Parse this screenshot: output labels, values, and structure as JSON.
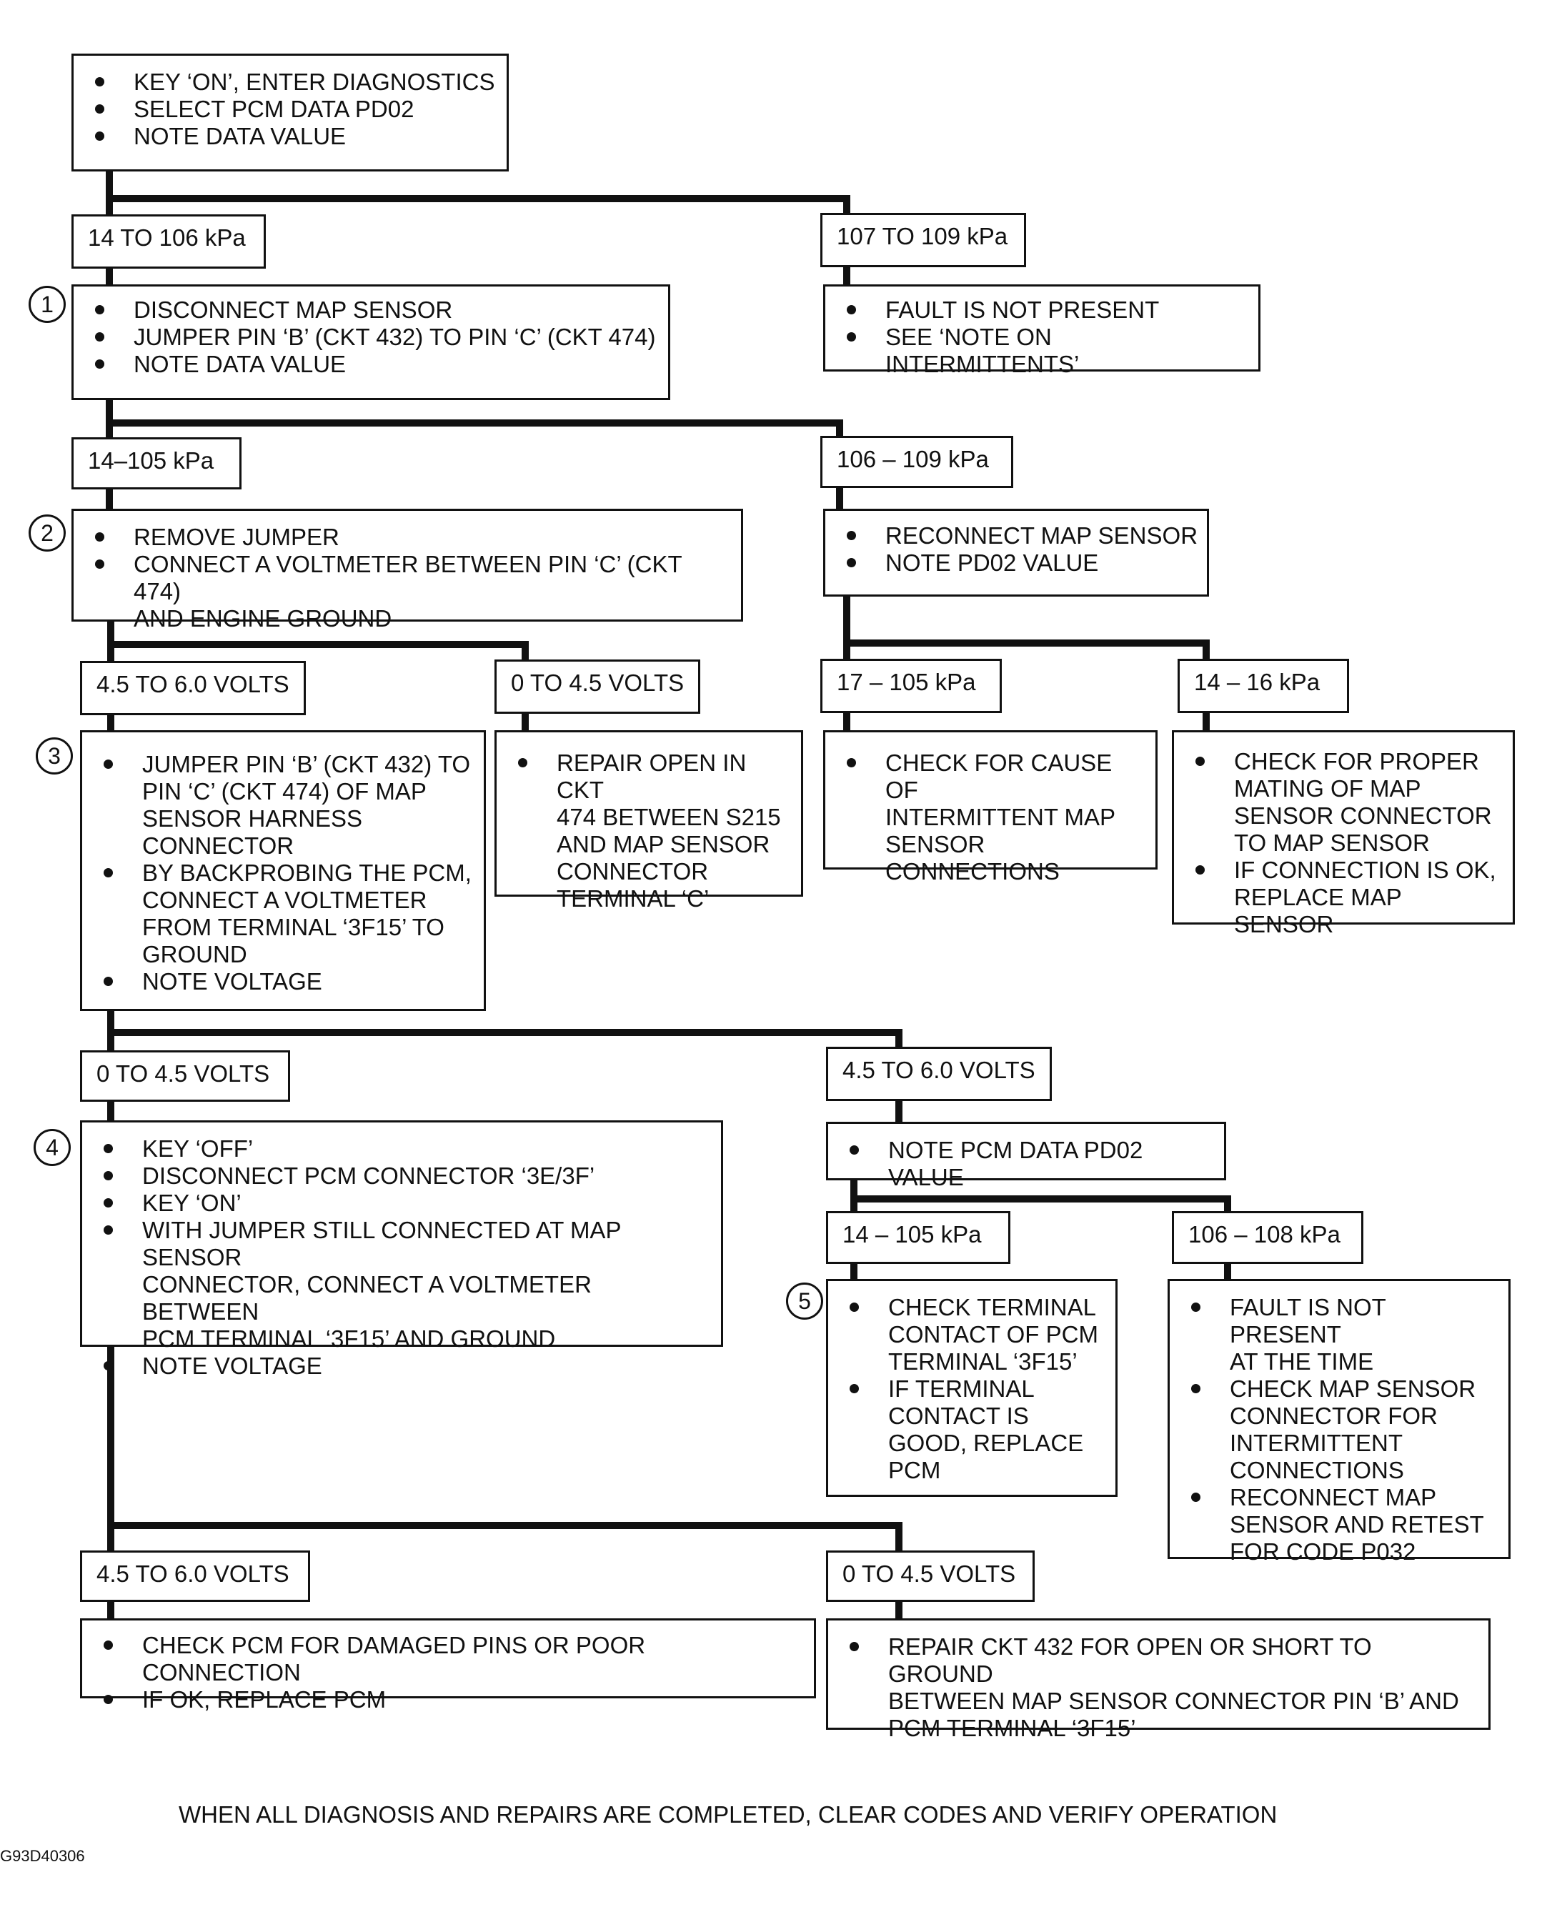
{
  "start_box": {
    "items": [
      "KEY ‘ON’, ENTER DIAGNOSTICS",
      "SELECT PCM DATA PD02",
      "NOTE DATA VALUE"
    ]
  },
  "branch_a": {
    "left_label": "14 TO 106 kPa",
    "right_label": "107 TO 109 kPa",
    "right_box": {
      "items": [
        "FAULT IS NOT PRESENT",
        "SEE ‘NOTE ON INTERMITTENTS’"
      ]
    }
  },
  "step1": {
    "number": "1",
    "items": [
      "DISCONNECT MAP SENSOR",
      "JUMPER PIN ‘B’ (CKT 432) TO PIN ‘C’ (CKT 474)",
      "NOTE DATA VALUE"
    ]
  },
  "branch_b": {
    "left_label": "14–105 kPa",
    "right_label": "106 – 109 kPa",
    "right_box": {
      "items": [
        "RECONNECT  MAP SENSOR",
        "NOTE PD02 VALUE"
      ]
    }
  },
  "step2": {
    "number": "2",
    "items": [
      "REMOVE JUMPER",
      "CONNECT A VOLTMETER BETWEEN PIN ‘C’ (CKT 474)\nAND ENGINE GROUND"
    ]
  },
  "branch_c": {
    "label_1": "4.5 TO 6.0 VOLTS",
    "label_2": "0 TO 4.5 VOLTS",
    "box_2": {
      "items": [
        "REPAIR OPEN IN CKT\n474 BETWEEN S215\nAND MAP SENSOR\nCONNECTOR\nTERMINAL ‘C’"
      ]
    },
    "label_3": "17 – 105 kPa",
    "box_3": {
      "items": [
        "CHECK FOR CAUSE OF\nINTERMITTENT MAP\nSENSOR\nCONNECTIONS"
      ]
    },
    "label_4": "14 – 16 kPa",
    "box_4": {
      "items": [
        "CHECK FOR PROPER\nMATING OF MAP\nSENSOR CONNECTOR\nTO MAP SENSOR",
        "IF CONNECTION IS OK,\nREPLACE MAP SENSOR"
      ]
    }
  },
  "step3": {
    "number": "3",
    "items": [
      "JUMPER PIN ‘B’ (CKT 432) TO\nPIN ‘C’ (CKT 474) OF MAP\nSENSOR HARNESS\nCONNECTOR",
      "BY BACKPROBING THE PCM,\nCONNECT A VOLTMETER\nFROM TERMINAL ‘3F15’ TO\nGROUND",
      "NOTE VOLTAGE"
    ]
  },
  "branch_d": {
    "left_label": "0 TO 4.5 VOLTS",
    "right_label": "4.5 TO 6.0 VOLTS",
    "right_box": {
      "items": [
        "NOTE PCM DATA PD02 VALUE"
      ]
    },
    "sub_left_label": "14 – 105 kPa",
    "sub_right_label": "106 – 108 kPa",
    "sub_right_box": {
      "items": [
        "FAULT IS NOT PRESENT\nAT THE TIME",
        "CHECK MAP SENSOR\nCONNECTOR FOR\nINTERMITTENT\nCONNECTIONS",
        "RECONNECT MAP\nSENSOR AND RETEST\nFOR CODE P032"
      ]
    }
  },
  "step4": {
    "number": "4",
    "items": [
      "KEY ‘OFF’",
      "DISCONNECT PCM CONNECTOR ‘3E/3F’",
      "KEY ‘ON’",
      "WITH JUMPER STILL CONNECTED AT MAP SENSOR\nCONNECTOR, CONNECT A VOLTMETER BETWEEN\nPCM TERMINAL ‘3F15’ AND GROUND",
      "NOTE VOLTAGE"
    ]
  },
  "step5": {
    "number": "5",
    "items": [
      "CHECK TERMINAL\nCONTACT OF PCM\nTERMINAL ‘3F15’",
      "IF TERMINAL\nCONTACT IS\nGOOD, REPLACE\nPCM"
    ]
  },
  "branch_e": {
    "left_label": "4.5 TO 6.0 VOLTS",
    "left_box": {
      "items": [
        "CHECK PCM FOR DAMAGED PINS OR POOR CONNECTION",
        "IF OK,  REPLACE PCM"
      ]
    },
    "right_label": "0 TO 4.5 VOLTS",
    "right_box": {
      "items": [
        "REPAIR CKT 432 FOR OPEN OR SHORT TO GROUND\nBETWEEN MAP SENSOR CONNECTOR PIN ‘B’ AND\nPCM TERMINAL ‘3F15’"
      ]
    }
  },
  "footer": "WHEN ALL DIAGNOSIS AND REPAIRS ARE COMPLETED, CLEAR CODES AND VERIFY OPERATION",
  "figure_id": "G93D40306"
}
